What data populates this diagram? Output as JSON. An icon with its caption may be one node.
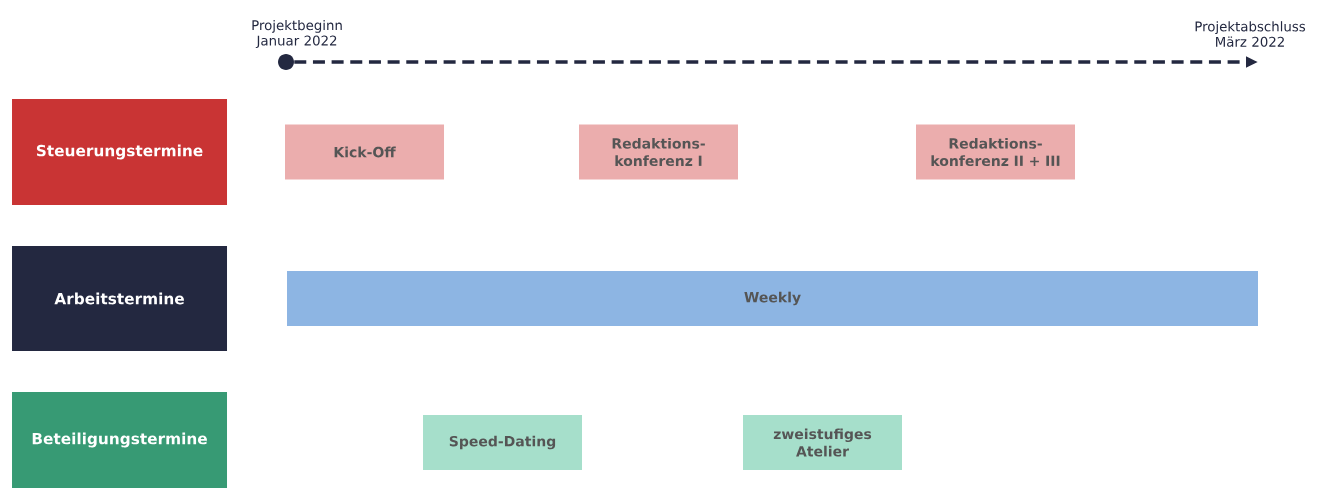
{
  "diagram": {
    "nodes": [
      {
        "text": [],
        "shape": "circle"
      },
      {
        "text": [
          "Projektabschluss März 2022"
        ]
      },
      {
        "text": [
          "Steuerungstermine"
        ]
      },
      {
        "text": [
          "Kick-Off"
        ]
      },
      {
        "text": [
          "Redaktions-konferenz I"
        ]
      },
      {
        "text": [
          "Redaktions-konferenz II + III"
        ]
      },
      {
        "text": [
          "Arbeitstermine"
        ]
      },
      {
        "text": [
          "Weekly"
        ]
      },
      {
        "text": [
          "Beteiligungstermine"
        ]
      },
      {
        "text": [
          "Speed-Dating"
        ]
      },
      {
        "text": [
          "zweistufiges Atelier"
        ]
      }
    ],
    "edges": [
      {
        "from": 0,
        "to": 1,
        "arrow": "to",
        "style": "dashed"
      }
    ],
    "labels": [
      "Projektbeginn Januar 2022"
    ]
  }
}
